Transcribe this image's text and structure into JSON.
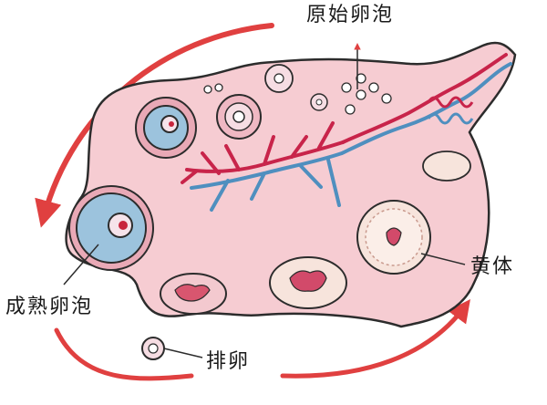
{
  "labels": {
    "primordial_follicle": "原始卵泡",
    "mature_follicle": "成熟卵泡",
    "ovulation": "排卵",
    "corpus_luteum": "黄体"
  },
  "colors": {
    "ovary_fill": "#f6ccd2",
    "ovary_outline": "#2c2c2c",
    "artery": "#c8244a",
    "vein": "#4f8fbf",
    "oocyte": "#9cc3dd",
    "follicle_dots": "#c8243c",
    "corpus_luteum": "#f7e4dc",
    "cycle_arrow": "#e04040"
  },
  "icons": [
    "cycle-arrow-icon"
  ]
}
